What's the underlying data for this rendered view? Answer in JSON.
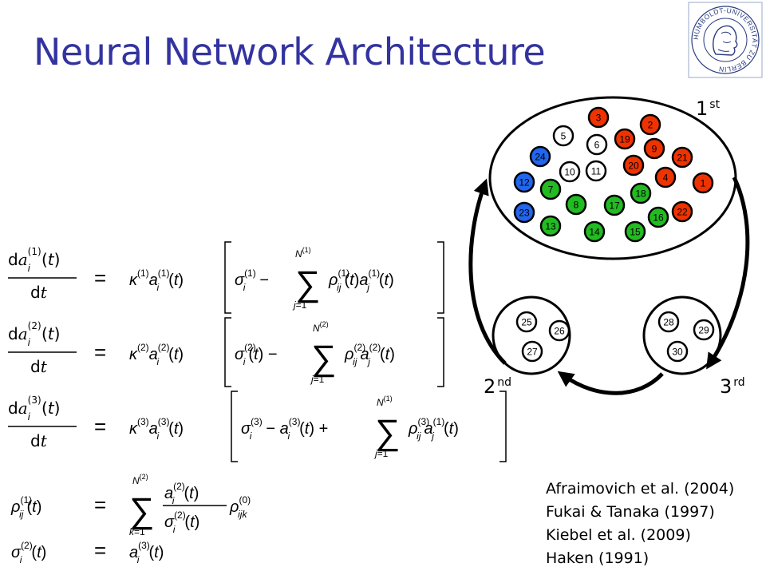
{
  "slide": {
    "title": "Neural Network Architecture",
    "logo_text": "HUMBOLDT-UNIVERSITÄT ZU BERLIN"
  },
  "diagram": {
    "order_labels": [
      {
        "num": "1",
        "suffix": "st"
      },
      {
        "num": "2",
        "suffix": "nd"
      },
      {
        "num": "3",
        "suffix": "rd"
      }
    ],
    "colors": {
      "red": "#ee3300",
      "green": "#22bb22",
      "blue": "#2266ee",
      "white": "#ffffff",
      "outline": "#000000"
    },
    "group1_neurons": [
      {
        "label": "3",
        "color": "red"
      },
      {
        "label": "2",
        "color": "red"
      },
      {
        "label": "5",
        "color": "white"
      },
      {
        "label": "6",
        "color": "white"
      },
      {
        "label": "19",
        "color": "red"
      },
      {
        "label": "9",
        "color": "red"
      },
      {
        "label": "24",
        "color": "blue"
      },
      {
        "label": "21",
        "color": "red"
      },
      {
        "label": "10",
        "color": "white"
      },
      {
        "label": "11",
        "color": "white"
      },
      {
        "label": "20",
        "color": "red"
      },
      {
        "label": "4",
        "color": "red"
      },
      {
        "label": "12",
        "color": "blue"
      },
      {
        "label": "7",
        "color": "green"
      },
      {
        "label": "18",
        "color": "green"
      },
      {
        "label": "1",
        "color": "red"
      },
      {
        "label": "8",
        "color": "green"
      },
      {
        "label": "17",
        "color": "green"
      },
      {
        "label": "23",
        "color": "blue"
      },
      {
        "label": "16",
        "color": "green"
      },
      {
        "label": "22",
        "color": "red"
      },
      {
        "label": "13",
        "color": "green"
      },
      {
        "label": "14",
        "color": "green"
      },
      {
        "label": "15",
        "color": "green"
      }
    ],
    "group2_neurons": [
      {
        "label": "25",
        "color": "white"
      },
      {
        "label": "26",
        "color": "white"
      },
      {
        "label": "27",
        "color": "white"
      }
    ],
    "group3_neurons": [
      {
        "label": "28",
        "color": "white"
      },
      {
        "label": "29",
        "color": "white"
      },
      {
        "label": "30",
        "color": "white"
      }
    ]
  },
  "references": [
    "Afraimovich et al. (2004)",
    "Fukai & Tanaka (1997)",
    "Kiebel et al. (2009)",
    "Haken (1991)"
  ]
}
